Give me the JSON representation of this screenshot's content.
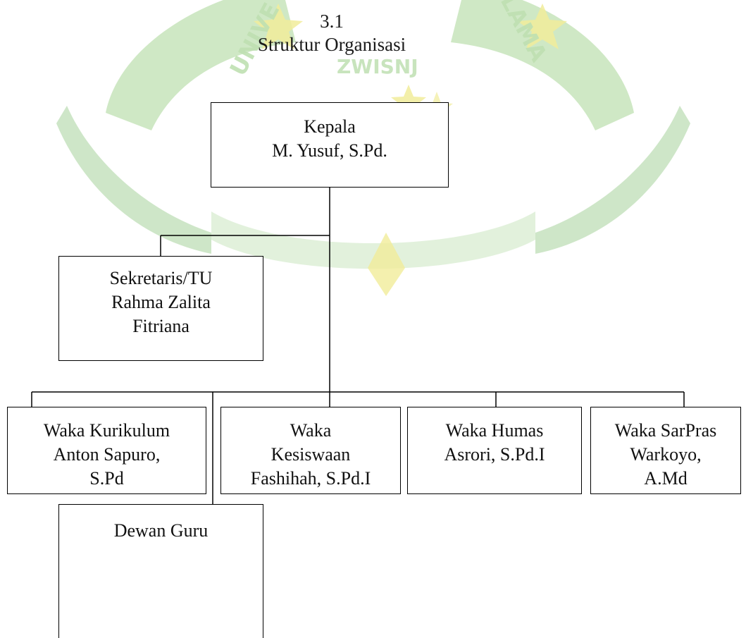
{
  "figure": {
    "number": "3.1",
    "title": "Struktur Organisasi"
  },
  "watermark": {
    "left_text": "UNIVE",
    "right_text": "LAMA",
    "bottom_text": "ZWISNJ",
    "colors": {
      "green": "#bfe0b2",
      "dark_green": "#a6d29a",
      "yellow": "#f1ec9a"
    }
  },
  "nodes": {
    "kepala": {
      "lines": [
        "Kepala",
        "M. Yusuf, S.Pd."
      ]
    },
    "sekretaris": {
      "lines": [
        "Sekretaris/TU",
        "Rahma Zalita",
        "Fitriana"
      ]
    },
    "waka_kurikulum": {
      "lines": [
        "Waka Kurikulum",
        "Anton Sapuro,",
        "S.Pd"
      ]
    },
    "waka_kesiswaan": {
      "lines": [
        "Waka",
        "Kesiswaan",
        "Fashihah, S.Pd.I"
      ]
    },
    "waka_humas": {
      "lines": [
        "Waka Humas",
        "Asrori, S.Pd.I"
      ]
    },
    "waka_sarpras": {
      "lines": [
        "Waka SarPras",
        "Warkoyo,",
        "A.Md"
      ]
    },
    "dewan_guru": {
      "lines": [
        "Dewan Guru"
      ]
    }
  }
}
